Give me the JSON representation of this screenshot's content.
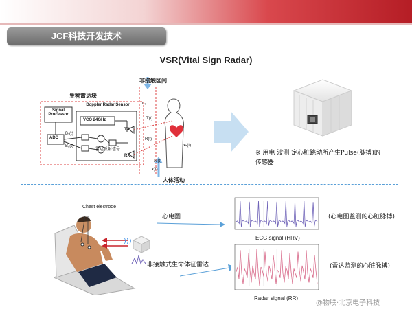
{
  "header": {
    "section_label": "JCF科技开发技术",
    "title": "VSR(Vital Sign Radar)"
  },
  "diagram": {
    "no_contact_label": "非接触区间",
    "bio_radar_block": "生物雷达块",
    "signal_processor": "Signal Processor",
    "doppler_sensor": "Doppler Radar Sensor",
    "vco": "VCO 24GHz",
    "adc": "ADC",
    "tx": "TX",
    "rx": "RX",
    "reflect_signal": "雷达反射信号",
    "body_activity": "人体活动",
    "b1": "B₁(t)",
    "bq": "Bₐ(t)",
    "d0": "d₀",
    "tt": "T(t)",
    "rt": "R(t)",
    "xt": "x(t)",
    "xht": "xₕ(t)",
    "xrt": "xᵣ(t)"
  },
  "description": "※ 用电 波测 定心脏跳动所产生Pulse(脉搏)的传感器",
  "lower": {
    "chest_electrode": "Chest electrode",
    "ecg_label": "心电图",
    "radar_label": "非接触式生命体征雷达",
    "ecg_caption": "ECG signal (HRV)",
    "radar_caption": "Radar signal (RR)",
    "ecg_note": "(心电图监测的心脏脉搏)",
    "radar_note": "(雷达监测的心脏脉搏)",
    "watermark": "@物联·北京电子科技"
  },
  "colors": {
    "accent_red": "#c8242b",
    "arrow_blue": "#7fb6e6",
    "signal_purple": "#6f63b8",
    "radar_pink": "#d86a8a"
  },
  "chart_data": [
    {
      "type": "line",
      "title": "ECG signal (HRV)",
      "note": "periodic ECG trace with sharp R-peaks",
      "series": [
        {
          "values": [
            0,
            0.1,
            0,
            -0.2,
            2.6,
            -0.6,
            0.1,
            0.2,
            0,
            0,
            0.1,
            0,
            -0.2,
            2.5,
            -0.6,
            0.1,
            0.2,
            0,
            0,
            0.1,
            0,
            -0.2,
            2.7,
            -0.6,
            0.1,
            0.2,
            0,
            0,
            0.1,
            0,
            -0.2,
            2.6,
            -0.5,
            0.1,
            0.2,
            0,
            0,
            0.1,
            0,
            -0.2,
            2.5,
            -0.6,
            0.1,
            0.2,
            0,
            0,
            0.1,
            0,
            -0.2,
            2.6,
            -0.6,
            0.1,
            0.2,
            0,
            0,
            0.1,
            0,
            -0.2,
            2.6,
            -0.6,
            0.1,
            0.2,
            0,
            0,
            0.1,
            0,
            -0.2,
            2.7,
            -0.6,
            0.1,
            0.2,
            0,
            0,
            0.1,
            0,
            -0.2,
            2.5,
            -0.6,
            0.1,
            0.2,
            0
          ]
        }
      ]
    },
    {
      "type": "line",
      "title": "Radar signal (RR)",
      "note": "noisy radar pulse trace",
      "series": [
        {
          "values": [
            0.2,
            0.5,
            -0.3,
            1.6,
            0.1,
            -0.6,
            0.4,
            0.2,
            -0.2,
            1.4,
            0.3,
            -0.5,
            0.6,
            0.1,
            -0.3,
            1.7,
            0.2,
            -0.7,
            0.5,
            0.3,
            -0.1,
            1.5,
            0.1,
            -0.4,
            0.6,
            0.2,
            -0.3,
            1.3,
            0.4,
            -0.6,
            0.3,
            0.2,
            -0.2,
            1.6,
            0.1,
            -0.5,
            0.5,
            0.3,
            -0.3,
            1.4,
            0.2,
            -0.6,
            0.4,
            0.1,
            -0.2,
            1.5,
            0.3,
            -0.4,
            0.6,
            0.2,
            -0.3,
            1.6,
            0.1,
            -0.5,
            0.4,
            0.2,
            -0.2,
            1.3,
            0.3,
            -0.6
          ]
        }
      ]
    }
  ]
}
